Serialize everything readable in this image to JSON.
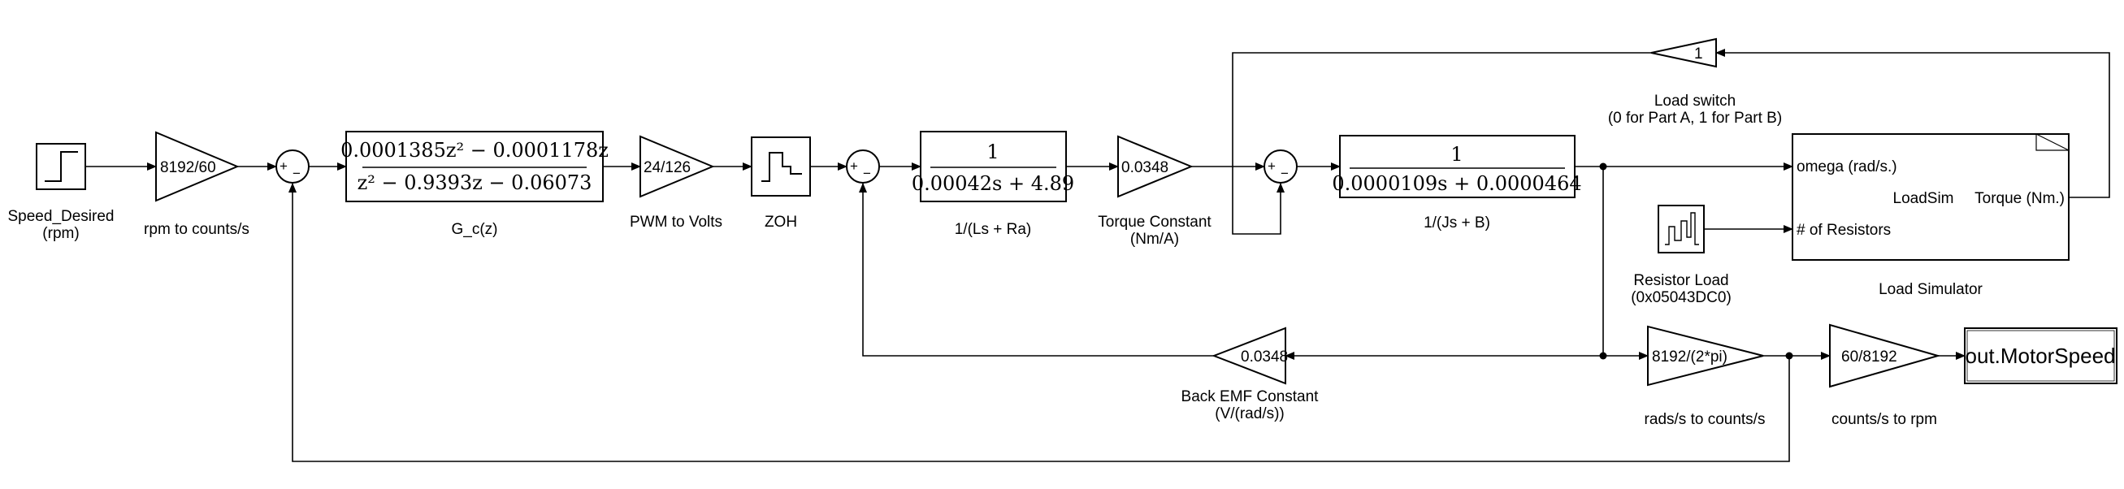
{
  "blocks": {
    "step": {
      "label_line1": "Speed_Desired",
      "label_line2": "(rpm)"
    },
    "gain_rpm": {
      "value": "8192/60",
      "label": "rpm to counts/s"
    },
    "controller": {
      "num": "0.0001385z² − 0.0001178z",
      "den": "z² − 0.9393z − 0.06073",
      "label": "G_c(z)"
    },
    "gain_pwm": {
      "value": "24/126",
      "label": "PWM to Volts"
    },
    "zoh": {
      "label": "ZOH"
    },
    "electrical": {
      "num": "1",
      "den": "0.00042s + 4.89",
      "label": "1/(Ls + Ra)"
    },
    "torque": {
      "value": "0.0348",
      "label_line1": "Torque Constant",
      "label_line2": "(Nm/A)"
    },
    "mechanical": {
      "num": "1",
      "den": "0.0000109s + 0.0000464",
      "label": "1/(Js + B)"
    },
    "load_switch": {
      "value": "1",
      "label_line1": "Load switch",
      "label_line2": "(0 for Part A, 1 for Part B)"
    },
    "load_sim": {
      "port_in1": "omega (rad/s.)",
      "port_in2": "# of Resistors",
      "port_out": "Torque (Nm.)",
      "name": "LoadSim",
      "label": "Load Simulator"
    },
    "resistor": {
      "label_line1": "Resistor Load",
      "label_line2": "(0x05043DC0)"
    },
    "back_emf": {
      "value": "0.0348",
      "label_line1": "Back EMF Constant",
      "label_line2": "(V/(rad/s))"
    },
    "rads_counts": {
      "value": "8192/(2*pi)",
      "label": "rads/s to counts/s"
    },
    "counts_rpm": {
      "value": "60/8192",
      "label": "counts/s to rpm"
    },
    "output": {
      "value": "out.MotorSpeed"
    }
  },
  "sum_signs": {
    "plus": "+",
    "minus": "−"
  }
}
